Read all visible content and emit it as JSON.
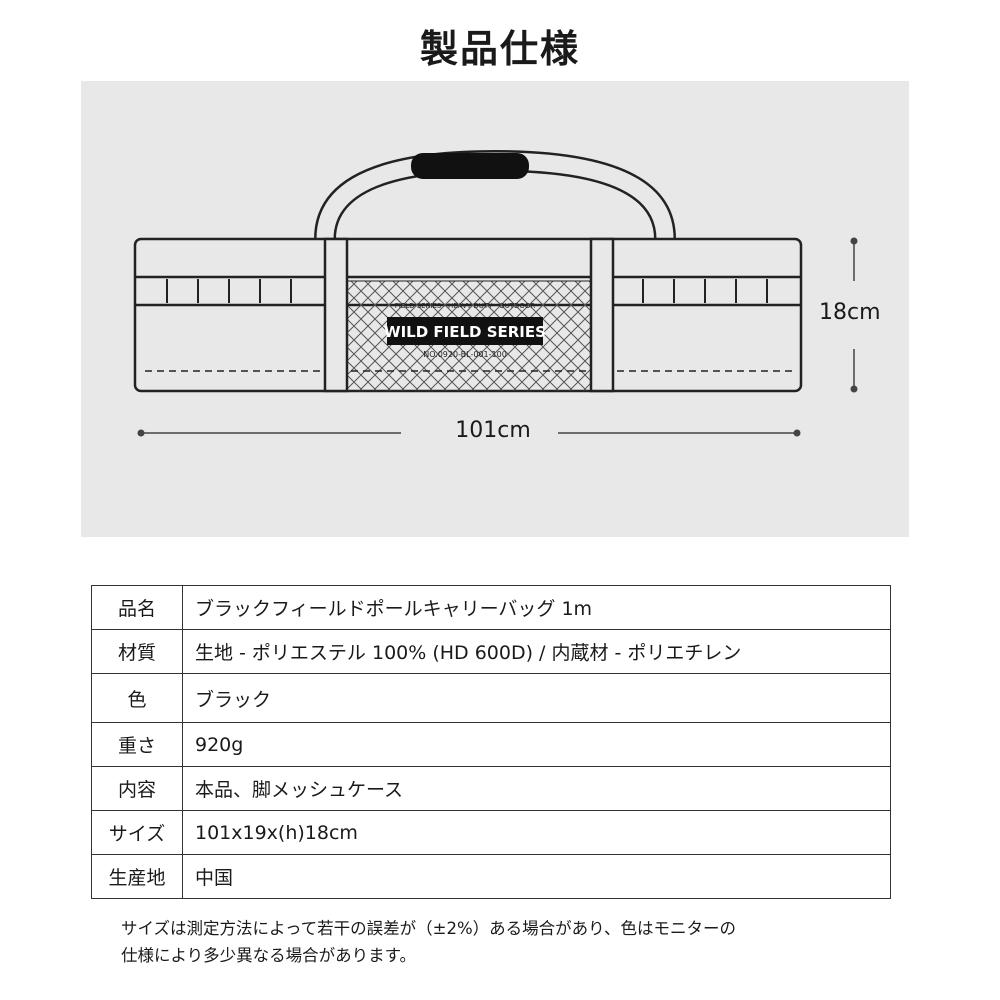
{
  "title": "製品仕様",
  "figure": {
    "bag_top_text": "FIELD SERIES · HEAVY DUTY · OUTDOOR",
    "bag_logo": "WILD FIELD SERIES",
    "bag_bottom_text": "NO.0920-BL-001-100",
    "width_label": "101cm",
    "height_label": "18cm"
  },
  "specs": [
    {
      "key": "品名",
      "value": "ブラックフィールドポールキャリーバッグ 1m"
    },
    {
      "key": "材質",
      "value": "生地 - ポリエステル 100% (HD 600D) / 内蔵材 - ポリエチレン"
    },
    {
      "key": "色",
      "value": "ブラック"
    },
    {
      "key": "重さ",
      "value": "920g"
    },
    {
      "key": "内容",
      "value": "本品、脚メッシュケース"
    },
    {
      "key": "サイズ",
      "value": "101x19x(h)18cm"
    },
    {
      "key": "生産地",
      "value": "中国"
    }
  ],
  "note": {
    "line1": "サイズは測定方法によって若干の誤差が（±2%）ある場合があり、色はモニターの",
    "line2": "仕様により多少異なる場合があります。"
  }
}
